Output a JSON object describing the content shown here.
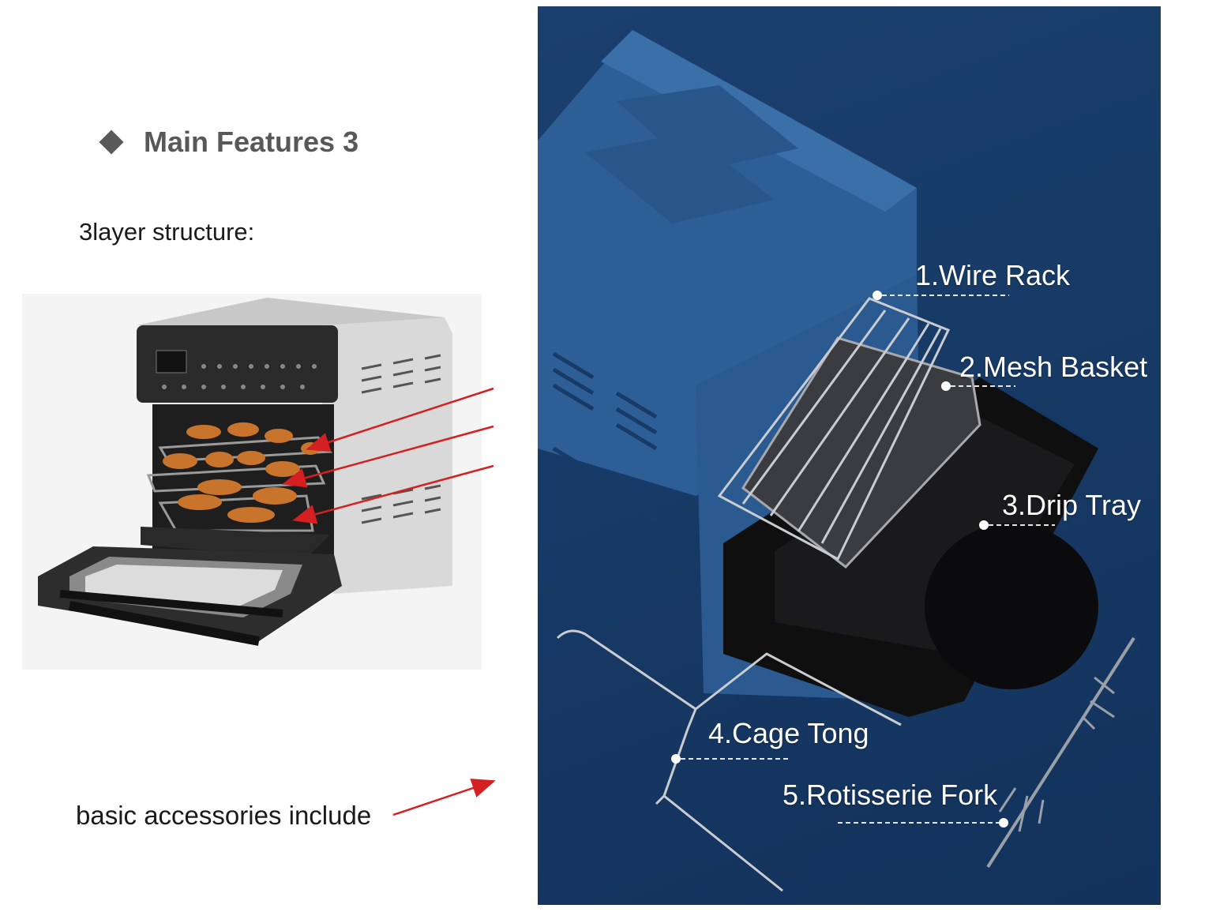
{
  "heading": {
    "text": "Main Features 3",
    "bullet_icon": "diamond-bullet-icon"
  },
  "left": {
    "subtitle": "3layer structure:",
    "accessories_label": "basic accessories include"
  },
  "callouts": [
    {
      "label": "1.Wire Rack"
    },
    {
      "label": "2.Mesh Basket"
    },
    {
      "label": "3.Drip Tray"
    },
    {
      "label": "4.Cage Tong"
    },
    {
      "label": "5.Rotisserie Fork"
    }
  ],
  "colors": {
    "arrow": "#d42020",
    "photo_background": "#1a3d6c",
    "heading_text": "#585858"
  }
}
